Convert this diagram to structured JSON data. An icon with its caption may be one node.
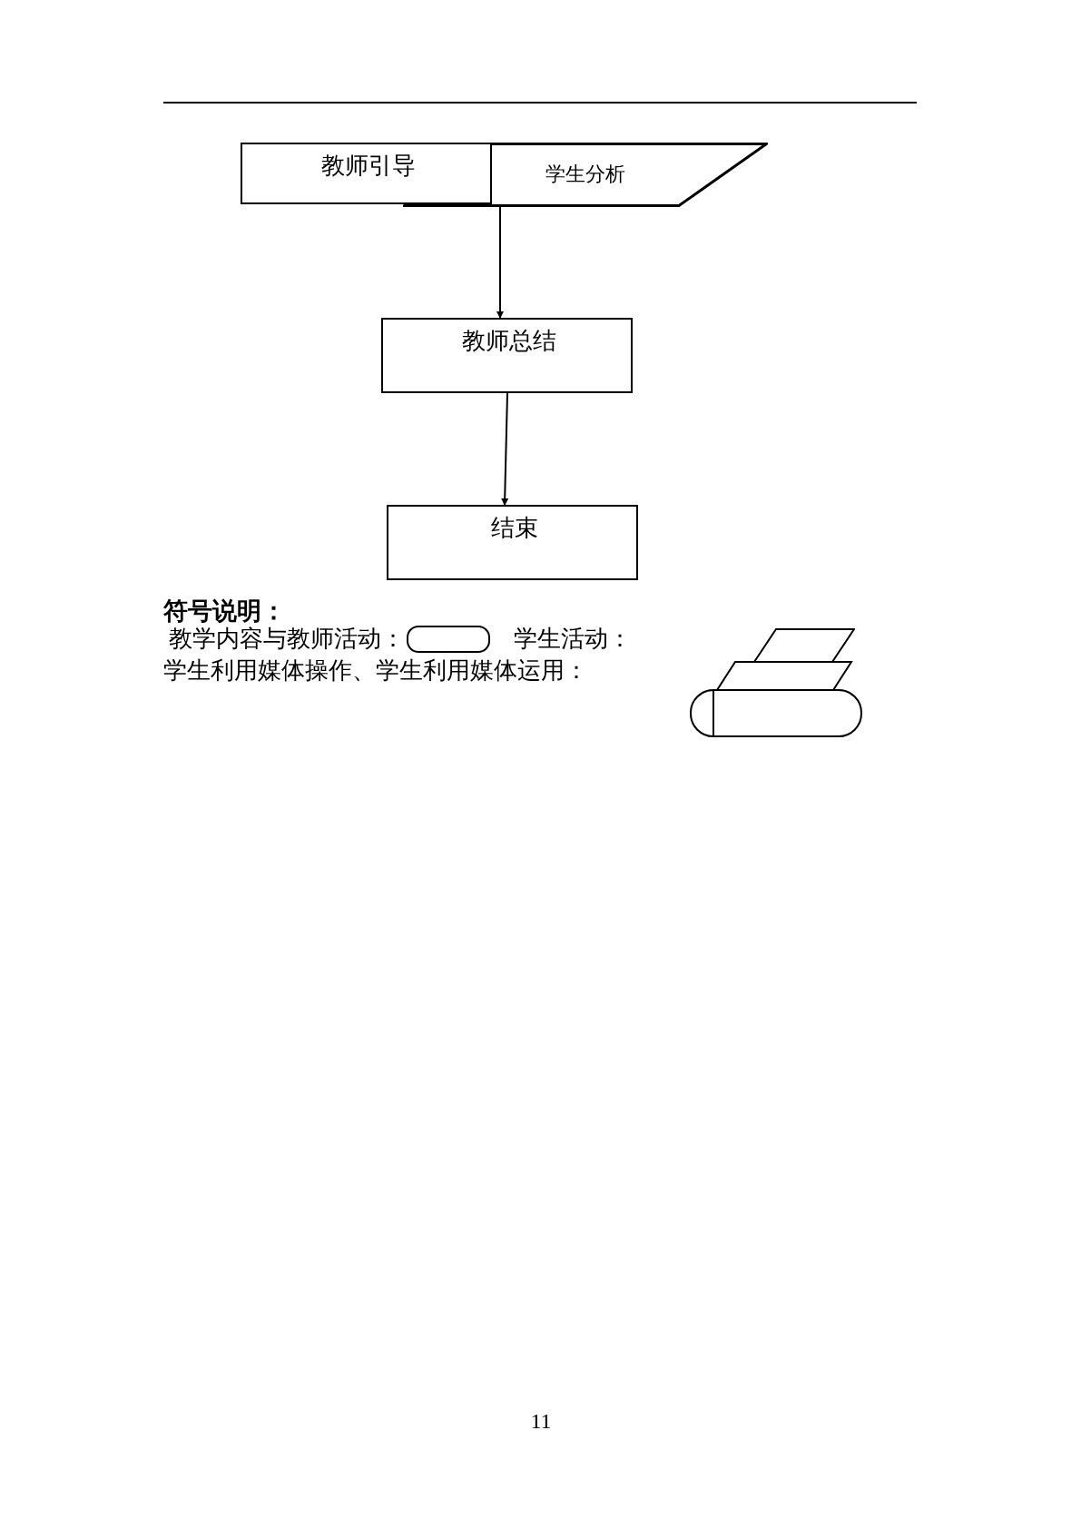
{
  "diagram": {
    "nodes": [
      {
        "text": [
          "教师引导"
        ]
      },
      {
        "text": [
          "学生分析"
        ]
      },
      {
        "text": [
          "教师总结"
        ]
      },
      {
        "text": [
          "结束"
        ]
      }
    ],
    "edges": [
      {
        "from": 1,
        "to": 2,
        "arrow": "to"
      },
      {
        "from": 2,
        "to": 3,
        "arrow": "to"
      }
    ],
    "labels": [
      "符号说明：",
      "11"
    ],
    "legend": [
      {
        "text": "教学内容与教师活动："
      },
      {
        "text": "学生活动："
      },
      {
        "text": "学生利用媒体操作、学生利用媒体运用："
      }
    ]
  }
}
